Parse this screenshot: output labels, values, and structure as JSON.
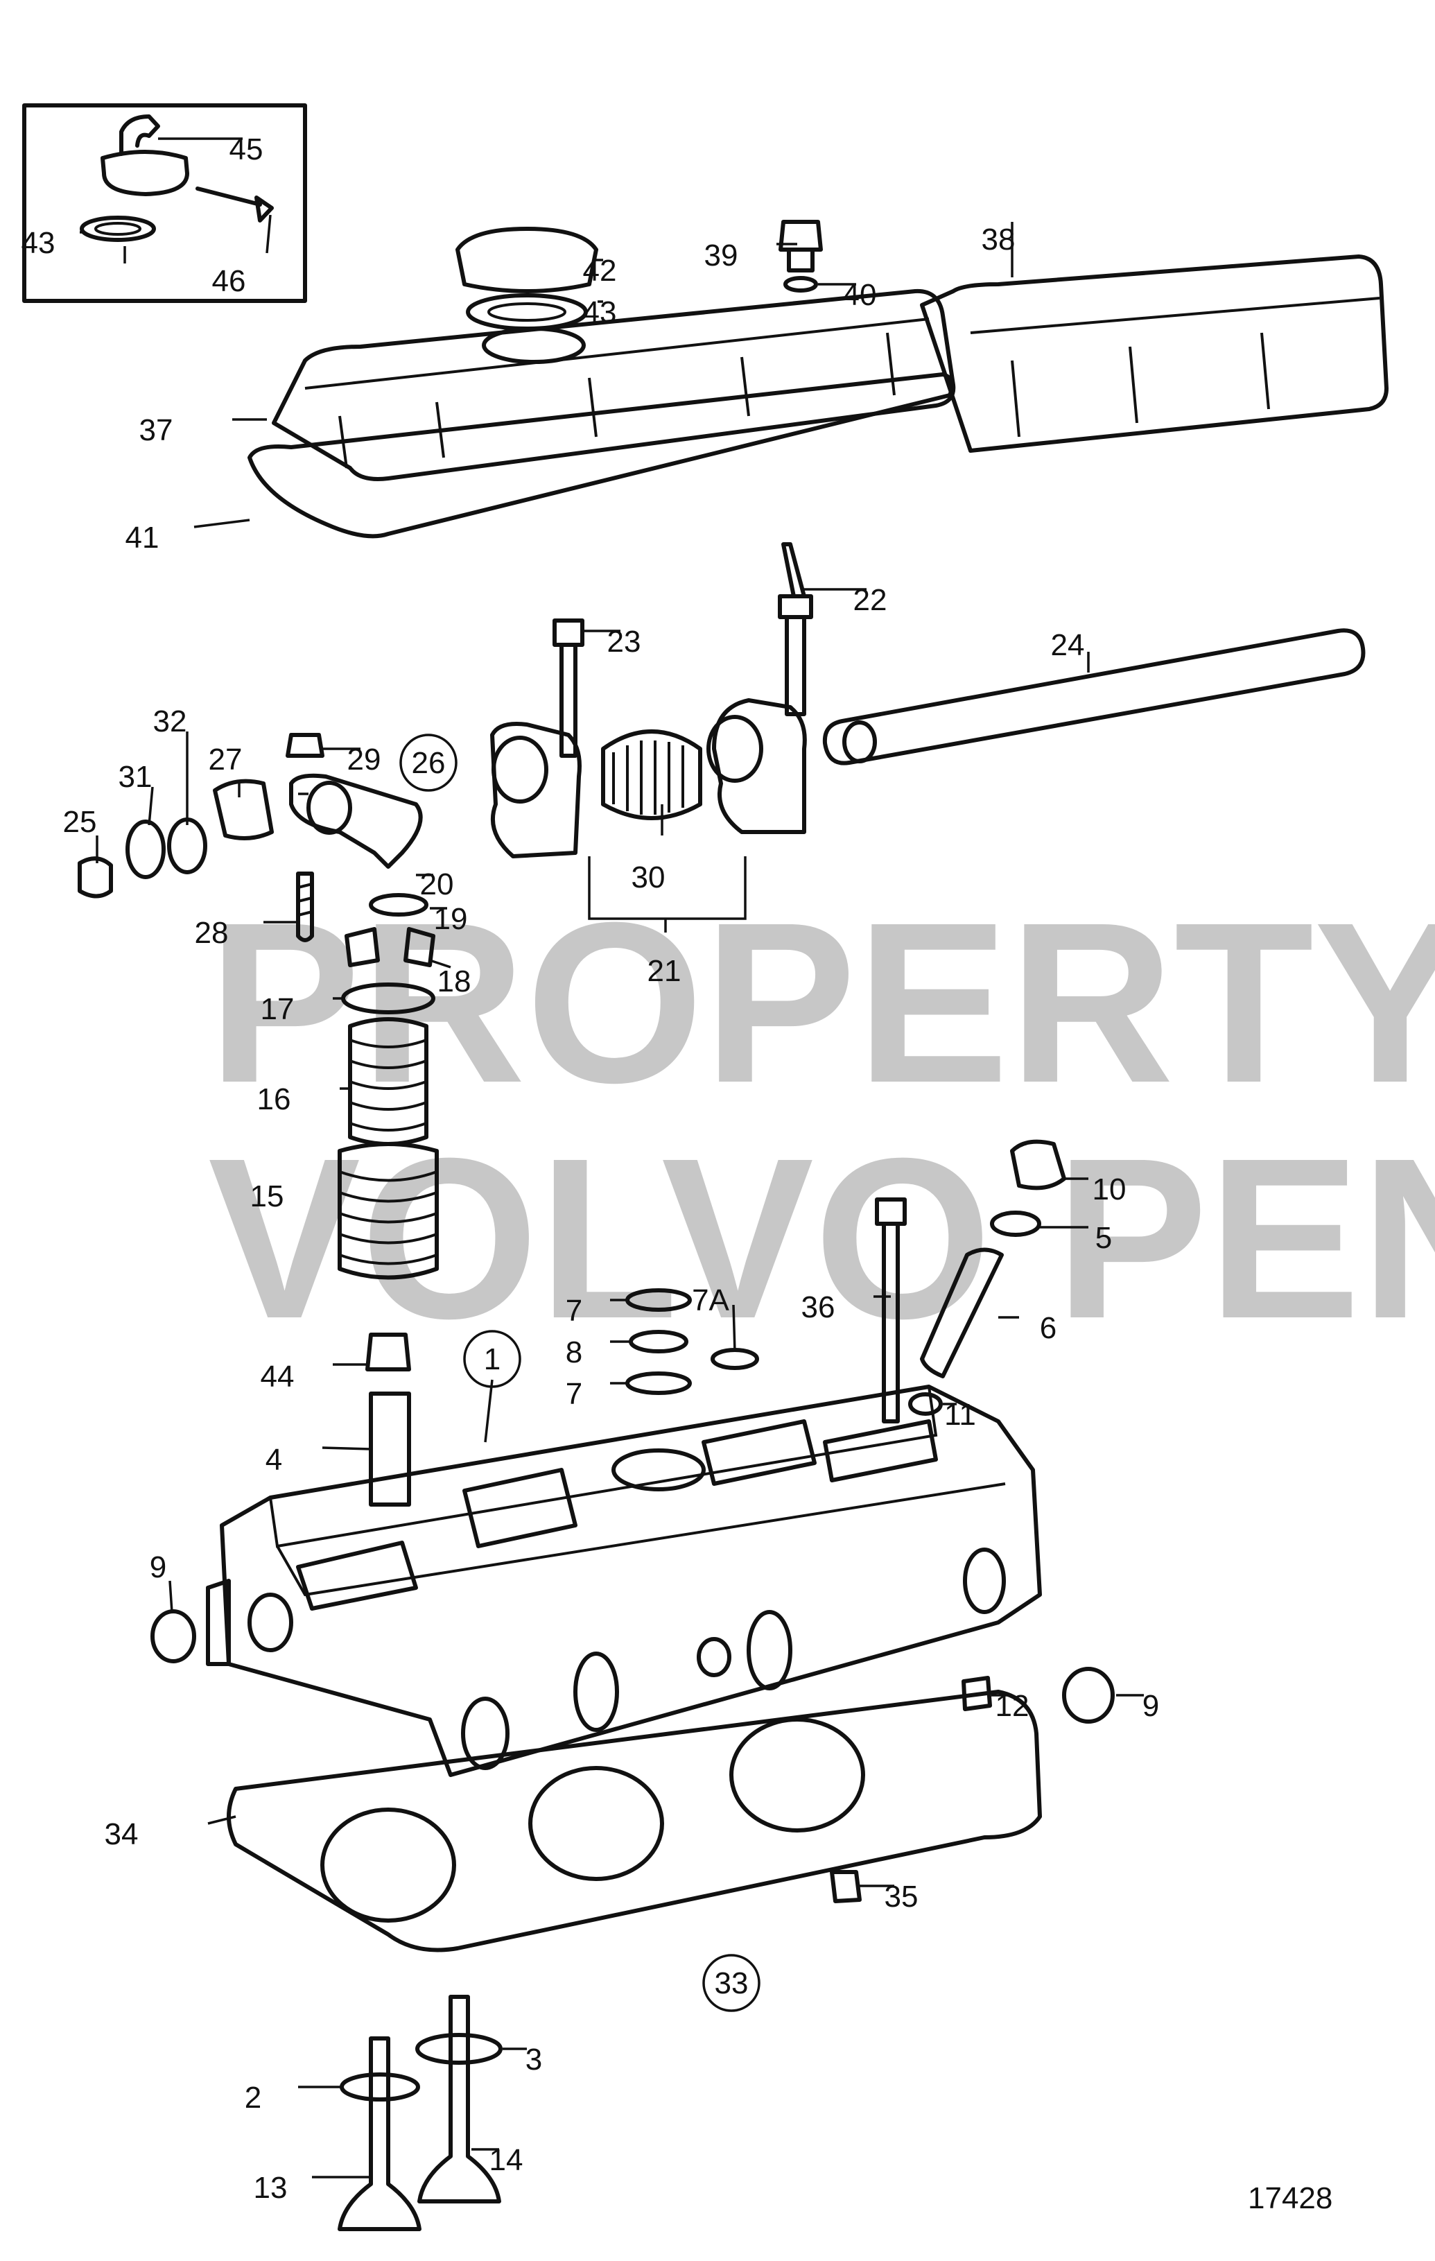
{
  "watermark": {
    "line1": "PROPERTY OF",
    "line2": "VOLVO PENTA"
  },
  "drawing_number": "17428",
  "callouts": [
    {
      "id": "45",
      "text": "45"
    },
    {
      "id": "43a",
      "text": "43"
    },
    {
      "id": "46",
      "text": "46"
    },
    {
      "id": "42",
      "text": "42"
    },
    {
      "id": "43b",
      "text": "43"
    },
    {
      "id": "39",
      "text": "39"
    },
    {
      "id": "40",
      "text": "40"
    },
    {
      "id": "38",
      "text": "38"
    },
    {
      "id": "37",
      "text": "37"
    },
    {
      "id": "41",
      "text": "41"
    },
    {
      "id": "22",
      "text": "22"
    },
    {
      "id": "23",
      "text": "23"
    },
    {
      "id": "24",
      "text": "24"
    },
    {
      "id": "32",
      "text": "32"
    },
    {
      "id": "31",
      "text": "31"
    },
    {
      "id": "27",
      "text": "27"
    },
    {
      "id": "29",
      "text": "29"
    },
    {
      "id": "26",
      "text": "26"
    },
    {
      "id": "25",
      "text": "25"
    },
    {
      "id": "30",
      "text": "30"
    },
    {
      "id": "20",
      "text": "20"
    },
    {
      "id": "28",
      "text": "28"
    },
    {
      "id": "19",
      "text": "19"
    },
    {
      "id": "18",
      "text": "18"
    },
    {
      "id": "21",
      "text": "21"
    },
    {
      "id": "17",
      "text": "17"
    },
    {
      "id": "16",
      "text": "16"
    },
    {
      "id": "15",
      "text": "15"
    },
    {
      "id": "10",
      "text": "10"
    },
    {
      "id": "5",
      "text": "5"
    },
    {
      "id": "36",
      "text": "36"
    },
    {
      "id": "6",
      "text": "6"
    },
    {
      "id": "7a",
      "text": "7"
    },
    {
      "id": "7A",
      "text": "7A"
    },
    {
      "id": "8",
      "text": "8"
    },
    {
      "id": "7b",
      "text": "7"
    },
    {
      "id": "44",
      "text": "44"
    },
    {
      "id": "1",
      "text": "1"
    },
    {
      "id": "11",
      "text": "11"
    },
    {
      "id": "4",
      "text": "4"
    },
    {
      "id": "9a",
      "text": "9"
    },
    {
      "id": "12",
      "text": "12"
    },
    {
      "id": "9b",
      "text": "9"
    },
    {
      "id": "34",
      "text": "34"
    },
    {
      "id": "35",
      "text": "35"
    },
    {
      "id": "33",
      "text": "33"
    },
    {
      "id": "2",
      "text": "2"
    },
    {
      "id": "3",
      "text": "3"
    },
    {
      "id": "13",
      "text": "13"
    },
    {
      "id": "14",
      "text": "14"
    }
  ]
}
